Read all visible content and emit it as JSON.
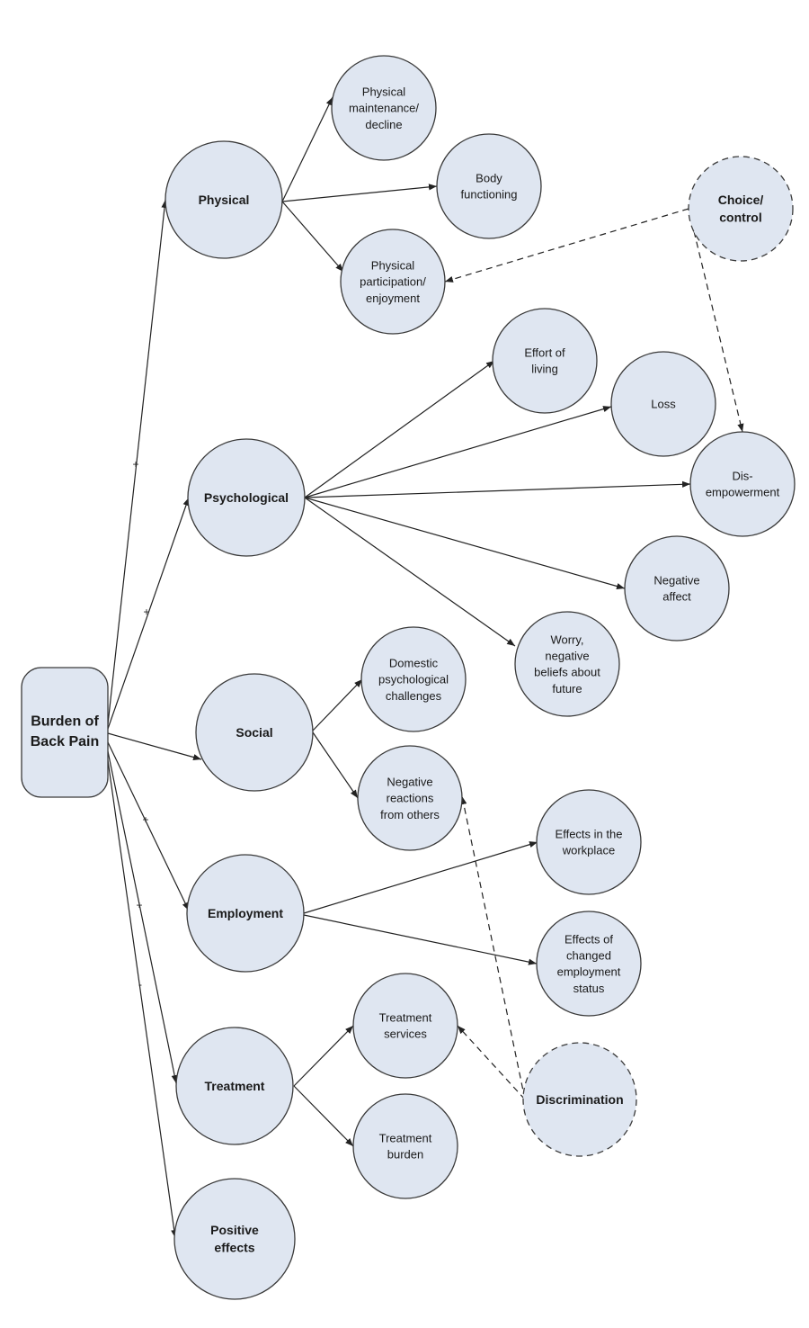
{
  "root": {
    "id": "burden",
    "label": [
      "Burden of",
      "Back Pain"
    ]
  },
  "nodes": [
    {
      "id": "physical",
      "label": [
        "Physical"
      ],
      "bold": true
    },
    {
      "id": "psychological",
      "label": [
        "Psychological"
      ],
      "bold": true
    },
    {
      "id": "social",
      "label": [
        "Social"
      ],
      "bold": true
    },
    {
      "id": "employment",
      "label": [
        "Employment"
      ],
      "bold": true
    },
    {
      "id": "treatment",
      "label": [
        "Treatment"
      ],
      "bold": true
    },
    {
      "id": "positive",
      "label": [
        "Positive",
        "effects"
      ],
      "bold": true
    },
    {
      "id": "phys_maint",
      "label": [
        "Physical",
        "maintenance/",
        "decline"
      ]
    },
    {
      "id": "body_func",
      "label": [
        "Body",
        "functioning"
      ]
    },
    {
      "id": "phys_part",
      "label": [
        "Physical",
        "participation/",
        "enjoyment"
      ]
    },
    {
      "id": "choice",
      "label": [
        "Choice/",
        "control"
      ],
      "bold": true,
      "dashed": true
    },
    {
      "id": "effort",
      "label": [
        "Effort of",
        "living"
      ]
    },
    {
      "id": "loss",
      "label": [
        "Loss"
      ]
    },
    {
      "id": "disempower",
      "label": [
        "Dis-",
        "empowerment"
      ]
    },
    {
      "id": "neg_affect",
      "label": [
        "Negative",
        "affect"
      ]
    },
    {
      "id": "worry",
      "label": [
        "Worry,",
        "negative",
        "beliefs about",
        "future"
      ]
    },
    {
      "id": "domestic",
      "label": [
        "Domestic",
        "psychological",
        "challenges"
      ]
    },
    {
      "id": "neg_reactions",
      "label": [
        "Negative",
        "reactions",
        "from others"
      ]
    },
    {
      "id": "workplace",
      "label": [
        "Effects in the",
        "workplace"
      ]
    },
    {
      "id": "changed_emp",
      "label": [
        "Effects of",
        "changed",
        "employment",
        "status"
      ]
    },
    {
      "id": "treat_services",
      "label": [
        "Treatment",
        "services"
      ]
    },
    {
      "id": "treat_burden",
      "label": [
        "Treatment",
        "burden"
      ]
    },
    {
      "id": "discrimination",
      "label": [
        "Discrimination"
      ],
      "bold": true,
      "dashed": true
    }
  ],
  "edges": [
    {
      "from": "burden",
      "to": "physical",
      "label": "+"
    },
    {
      "from": "burden",
      "to": "psychological",
      "label": "+"
    },
    {
      "from": "burden",
      "to": "social",
      "label": ""
    },
    {
      "from": "burden",
      "to": "employment",
      "label": "+"
    },
    {
      "from": "burden",
      "to": "treatment",
      "label": "+"
    },
    {
      "from": "burden",
      "to": "positive",
      "label": "-"
    },
    {
      "from": "physical",
      "to": "phys_maint",
      "label": ""
    },
    {
      "from": "physical",
      "to": "body_func",
      "label": ""
    },
    {
      "from": "physical",
      "to": "phys_part",
      "label": ""
    },
    {
      "from": "choice",
      "to": "phys_part",
      "label": "",
      "dashed": true
    },
    {
      "from": "choice",
      "to": "disempower",
      "label": "",
      "dashed": true
    },
    {
      "from": "psychological",
      "to": "effort",
      "label": ""
    },
    {
      "from": "psychological",
      "to": "loss",
      "label": ""
    },
    {
      "from": "psychological",
      "to": "disempower",
      "label": ""
    },
    {
      "from": "psychological",
      "to": "neg_affect",
      "label": ""
    },
    {
      "from": "psychological",
      "to": "worry",
      "label": ""
    },
    {
      "from": "social",
      "to": "domestic",
      "label": ""
    },
    {
      "from": "social",
      "to": "neg_reactions",
      "label": ""
    },
    {
      "from": "employment",
      "to": "workplace",
      "label": ""
    },
    {
      "from": "employment",
      "to": "changed_emp",
      "label": ""
    },
    {
      "from": "treatment",
      "to": "treat_services",
      "label": ""
    },
    {
      "from": "treatment",
      "to": "treat_burden",
      "label": ""
    },
    {
      "from": "discrimination",
      "to": "neg_reactions",
      "label": "",
      "dashed": true
    },
    {
      "from": "discrimination",
      "to": "treat_services",
      "label": "",
      "dashed": true
    }
  ]
}
